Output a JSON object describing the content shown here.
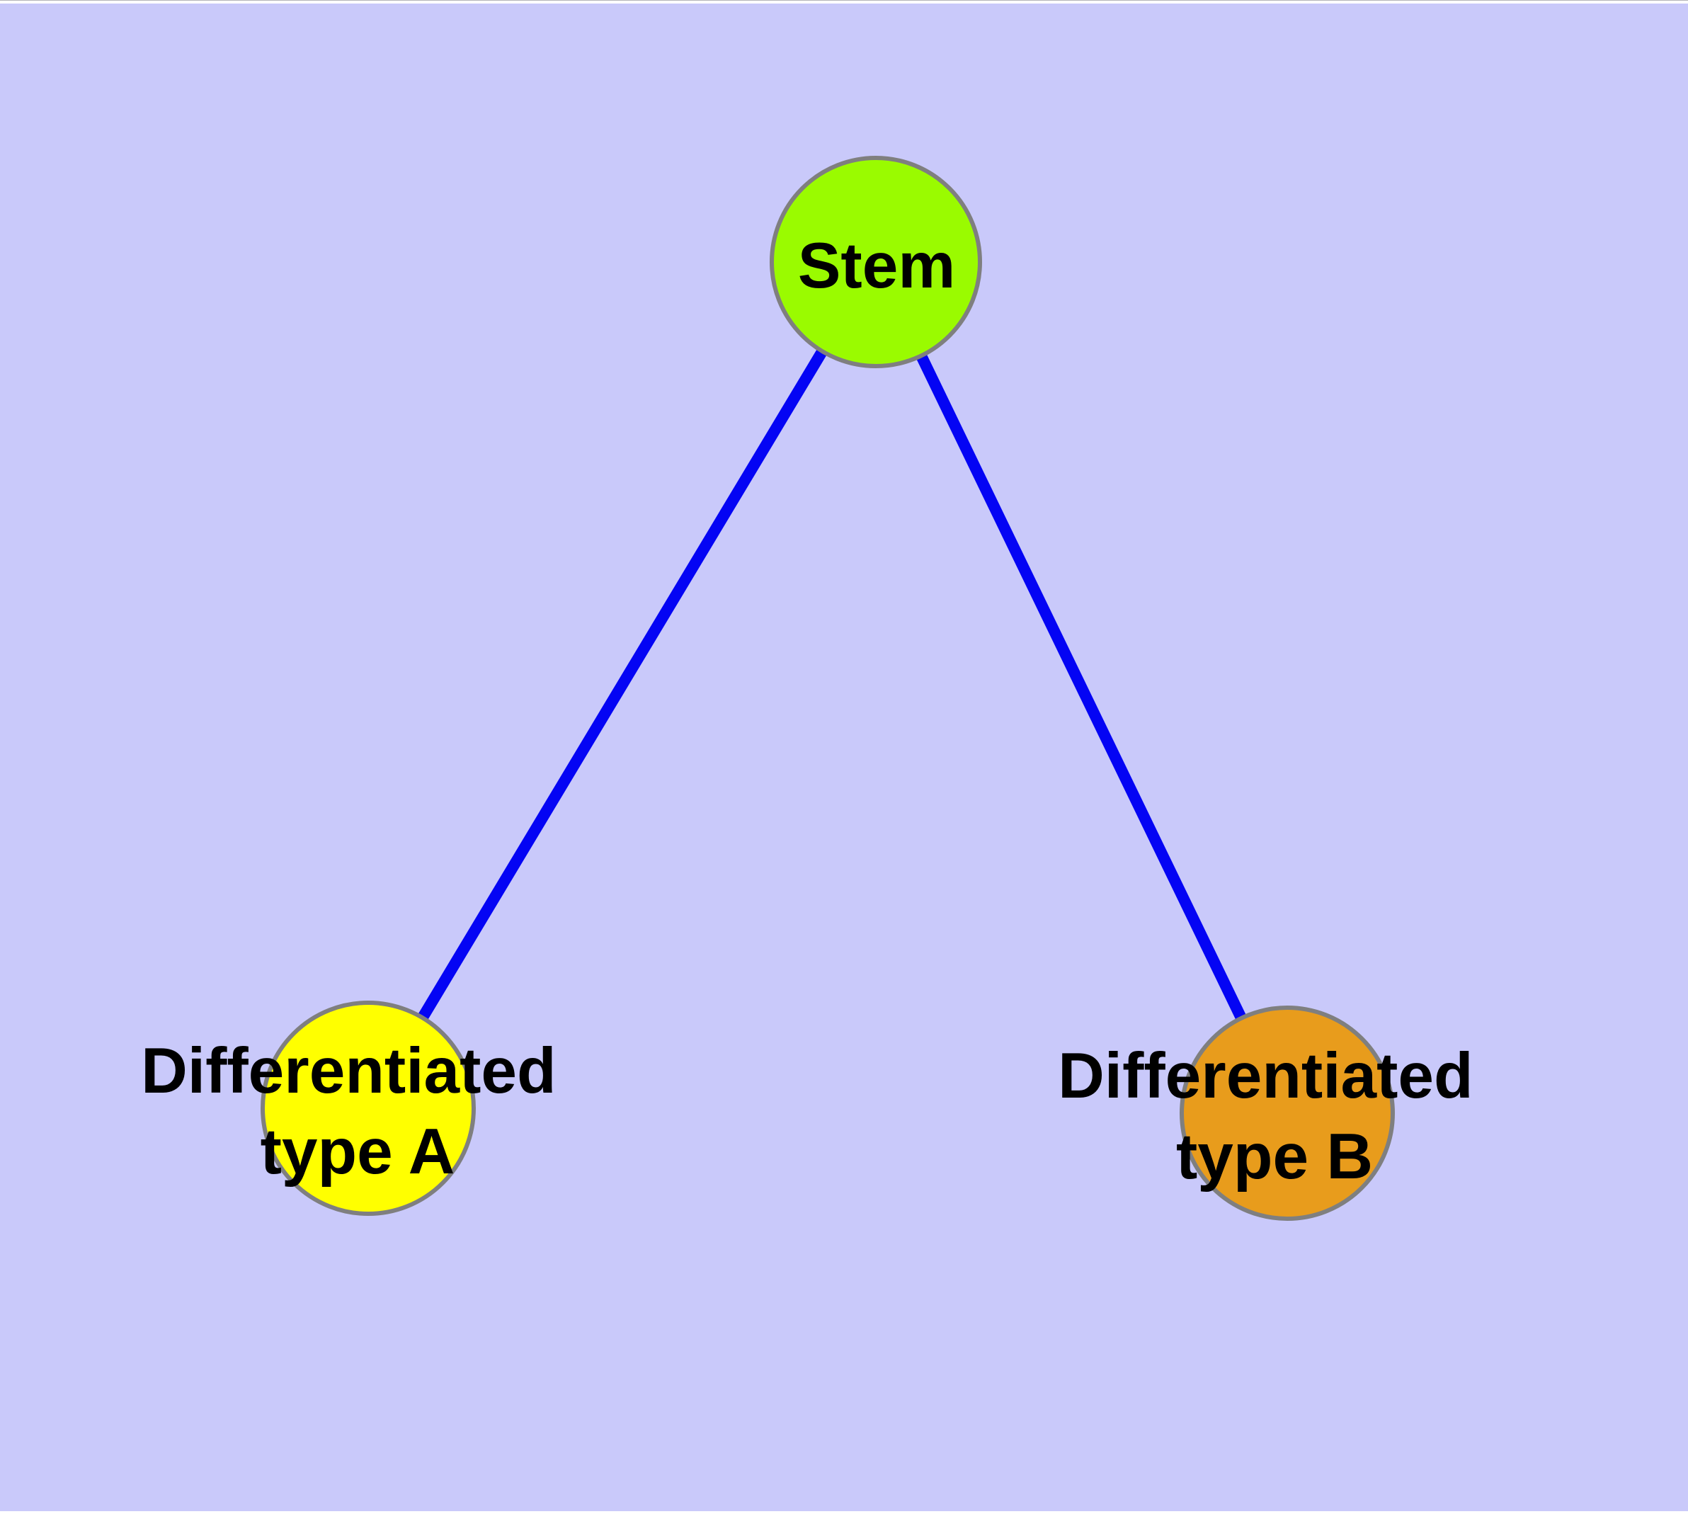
{
  "canvas": {
    "background_color": "#c9c9fa",
    "margin_color": "#ffffff",
    "margin_hairline_color": "#b4b4b8"
  },
  "graph": {
    "edge_color": "#0404f4",
    "edge_width": 16,
    "node_border_color": "#7f7f7f",
    "node_border_width": 6,
    "label_color": "#000000",
    "nodes": [
      {
        "id": "stem",
        "label": "Stem",
        "fill": "#9afb00"
      },
      {
        "id": "differentiated-type-a",
        "label_line1": "Differentiated",
        "label_line2": "type A",
        "fill": "#ffff00"
      },
      {
        "id": "differentiated-type-b",
        "label_line1": "Differentiated",
        "label_line2": "type B",
        "fill": "#e89c1c"
      }
    ],
    "edges": [
      {
        "from": "stem",
        "to": "differentiated-type-a"
      },
      {
        "from": "stem",
        "to": "differentiated-type-b"
      }
    ]
  }
}
